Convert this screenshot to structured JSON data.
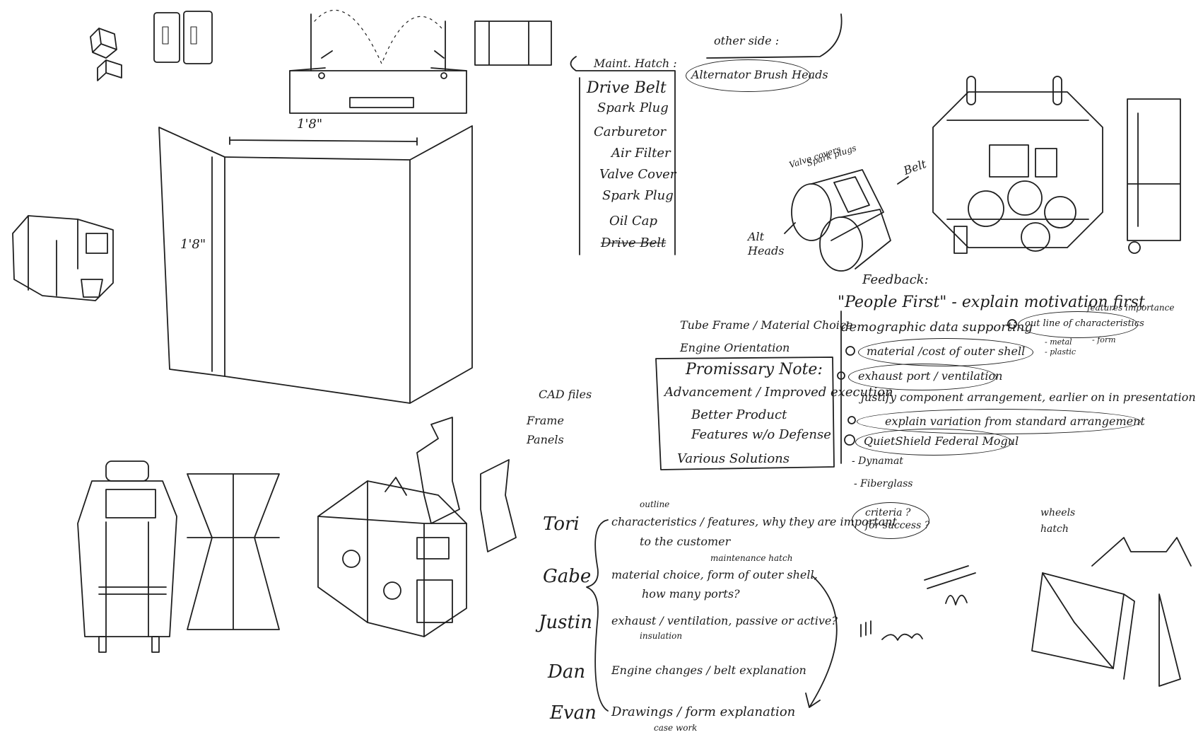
{
  "dimensions": {
    "top": "1'8\"",
    "side": "1'8\""
  },
  "maintenance": {
    "heading": "Maint. Hatch :",
    "items": [
      "Drive Belt",
      "Spark Plug",
      "Carburetor",
      "Air Filter",
      "Valve Cover",
      "Spark Plug",
      "Oil Cap",
      "Drive Belt"
    ],
    "other_side_heading": "other side :",
    "other_side_item": "Alternator Brush Heads"
  },
  "engine_labels": {
    "valve_covers": "Valve covers",
    "spark_plugs": "Spark plugs",
    "belt": "Belt",
    "alt_heads": "Alt Heads"
  },
  "feedback": {
    "heading": "Feedback:",
    "line1": "\"People First\" - explain motivation first",
    "line2": "demographic data supporting",
    "bubble1": "out line of characteristics",
    "bubble1_note": "features importance",
    "sub_notes": [
      "- metal",
      "- plastic",
      "- form"
    ],
    "bubble2": "material /cost of outer shell",
    "bubble3": "exhaust port / ventilation",
    "line3": "justify component arrangement, earlier on in presentation",
    "bubble4": "explain variation from standard arrangement",
    "bubble5": "QuietShield   Federal Mogul",
    "list": [
      "- Dynamat",
      "- Fiberglass"
    ]
  },
  "left_notes": {
    "line1": "Tube Frame / Material Choice",
    "line2": "Engine Orientation"
  },
  "promissory": {
    "heading": "Promissary Note:",
    "items": [
      "Advancement / Improved execution",
      "Better Product",
      "Features w/o Defense",
      "Various Solutions"
    ]
  },
  "cad": [
    "CAD files",
    "Frame",
    "Panels"
  ],
  "assignments": [
    {
      "name": "Tori",
      "task": "characteristics / features, why they are important",
      "task2": "to the customer",
      "note": "outline"
    },
    {
      "name": "Gabe",
      "task": "material choice, form of outer shell,",
      "task2": "how many ports?",
      "note": "maintenance hatch"
    },
    {
      "name": "Justin",
      "task": "exhaust / ventilation, passive or active?",
      "task2": "",
      "note": "insulation"
    },
    {
      "name": "Dan",
      "task": "Engine changes / belt explanation",
      "task2": "",
      "note": ""
    },
    {
      "name": "Evan",
      "task": "Drawings / form explanation",
      "task2": "",
      "note": "case work"
    }
  ],
  "criteria": "criteria ?\nfor success ?",
  "wheels_hatch": [
    "wheels",
    "hatch"
  ]
}
